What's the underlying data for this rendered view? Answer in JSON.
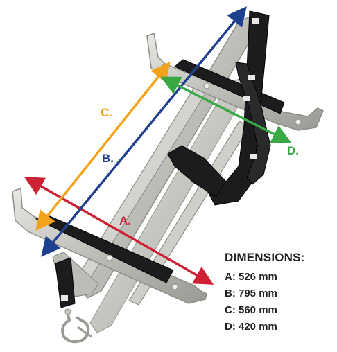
{
  "diagram": {
    "labels": {
      "a": {
        "text": "A.",
        "color": "#cc2233"
      },
      "b": {
        "text": "B.",
        "color": "#1f3f8f"
      },
      "c": {
        "text": "C.",
        "color": "#f2a31b"
      },
      "d": {
        "text": "D.",
        "color": "#3aa845"
      }
    },
    "colors": {
      "metal": "#c9c9c4",
      "metal_edge": "#8e8e88",
      "strap": "#1c1c1e",
      "strap_edge": "#000000"
    }
  },
  "legend": {
    "title": "DIMENSIONS:",
    "items": [
      {
        "text": "A: 526 mm"
      },
      {
        "text": "B: 795 mm"
      },
      {
        "text": "C: 560 mm"
      },
      {
        "text": "D: 420 mm"
      }
    ]
  }
}
